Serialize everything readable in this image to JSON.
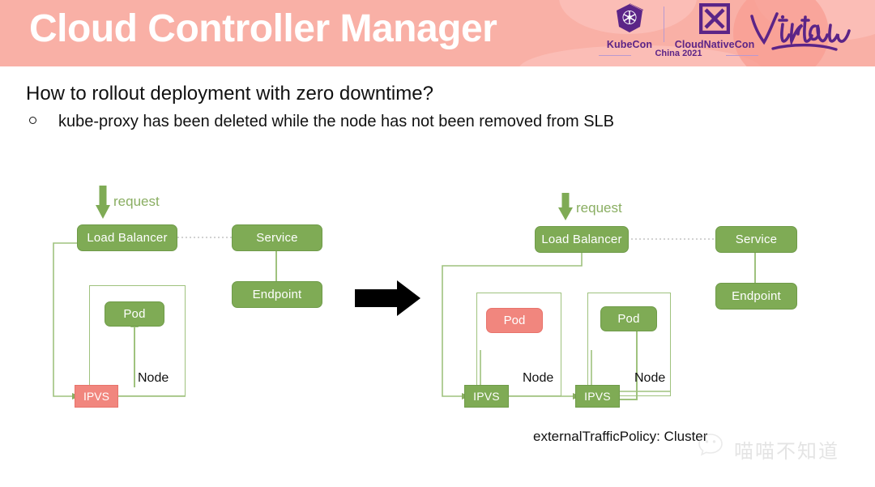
{
  "header": {
    "deck_title": "Cloud Controller Manager",
    "background_color": "#f9b0a6",
    "brand_color": "#5b2487",
    "logo_kubecon": "KubeCon",
    "logo_cloudnativecon": "CloudNativeCon",
    "logo_year": "China 2021",
    "logo_virtual": "Virtual",
    "icon_kubecon": "kubernetes-helm-icon",
    "icon_cloudnativecon": "cloudnativecon-square-icon"
  },
  "slide": {
    "title": "How to rollout deployment with zero downtime?",
    "bullets": [
      {
        "marker": "circle-outline",
        "text": "kube-proxy has been deleted while the node has not been removed from SLB"
      }
    ]
  },
  "colors": {
    "green_fill": "#7fab55",
    "green_stroke": "#9fc27e",
    "red_fill": "#f1867e",
    "request_label": "#8aae62",
    "arrow_black": "#000000"
  },
  "diagram_left": {
    "name": "before-state",
    "request_label": "request",
    "load_balancer": "Load Balancer",
    "service": "Service",
    "endpoint": "Endpoint",
    "nodes": [
      {
        "label": "Node",
        "pod": "Pod",
        "pod_state": "healthy",
        "ipvs": "IPVS",
        "ipvs_state": "deleted"
      }
    ]
  },
  "diagram_right": {
    "name": "after-state",
    "request_label": "request",
    "load_balancer": "Load Balancer",
    "service": "Service",
    "endpoint": "Endpoint",
    "nodes": [
      {
        "label": "Node",
        "pod": "Pod",
        "pod_state": "terminating",
        "ipvs": "IPVS",
        "ipvs_state": "healthy"
      },
      {
        "label": "Node",
        "pod": "Pod",
        "pod_state": "healthy",
        "ipvs": "IPVS",
        "ipvs_state": "healthy"
      }
    ],
    "caption": "externalTrafficPolicy: Cluster"
  },
  "transition": {
    "icon": "right-arrow-icon"
  },
  "watermark": {
    "text": "喵喵不知道",
    "icon": "wechat-icon"
  }
}
